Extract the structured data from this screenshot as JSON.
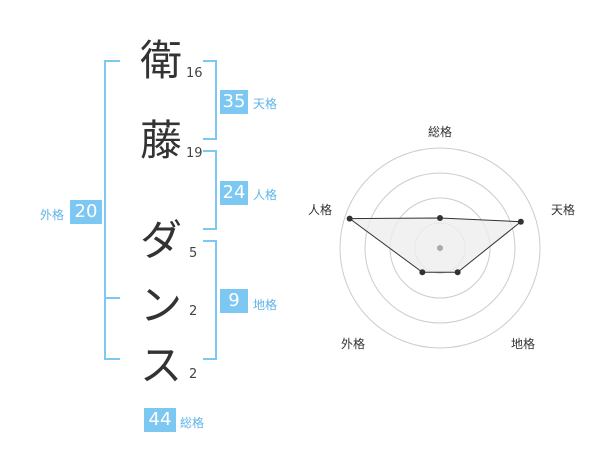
{
  "characters": [
    {
      "char": "衛",
      "strokes": "16"
    },
    {
      "char": "藤",
      "strokes": "19"
    },
    {
      "char": "ダ",
      "strokes": "5"
    },
    {
      "char": "ン",
      "strokes": "2"
    },
    {
      "char": "ス",
      "strokes": "2"
    }
  ],
  "kakusu": {
    "tenkaku": {
      "value": "35",
      "label": "天格"
    },
    "jinkaku": {
      "value": "24",
      "label": "人格"
    },
    "chikaku": {
      "value": "9",
      "label": "地格"
    },
    "gaikaku": {
      "value": "20",
      "label": "外格"
    },
    "soukaku": {
      "value": "44",
      "label": "総格"
    }
  },
  "radar": {
    "axes": [
      "総格",
      "天格",
      "地格",
      "外格",
      "人格"
    ],
    "levels": 4,
    "values": [
      0.3,
      0.85,
      0.3,
      0.3,
      0.95
    ],
    "colors": {
      "grid": "#cccccc",
      "fill": "#eeeeee",
      "line": "#333333",
      "point": "#333333",
      "center": "#aaaaaa"
    }
  }
}
